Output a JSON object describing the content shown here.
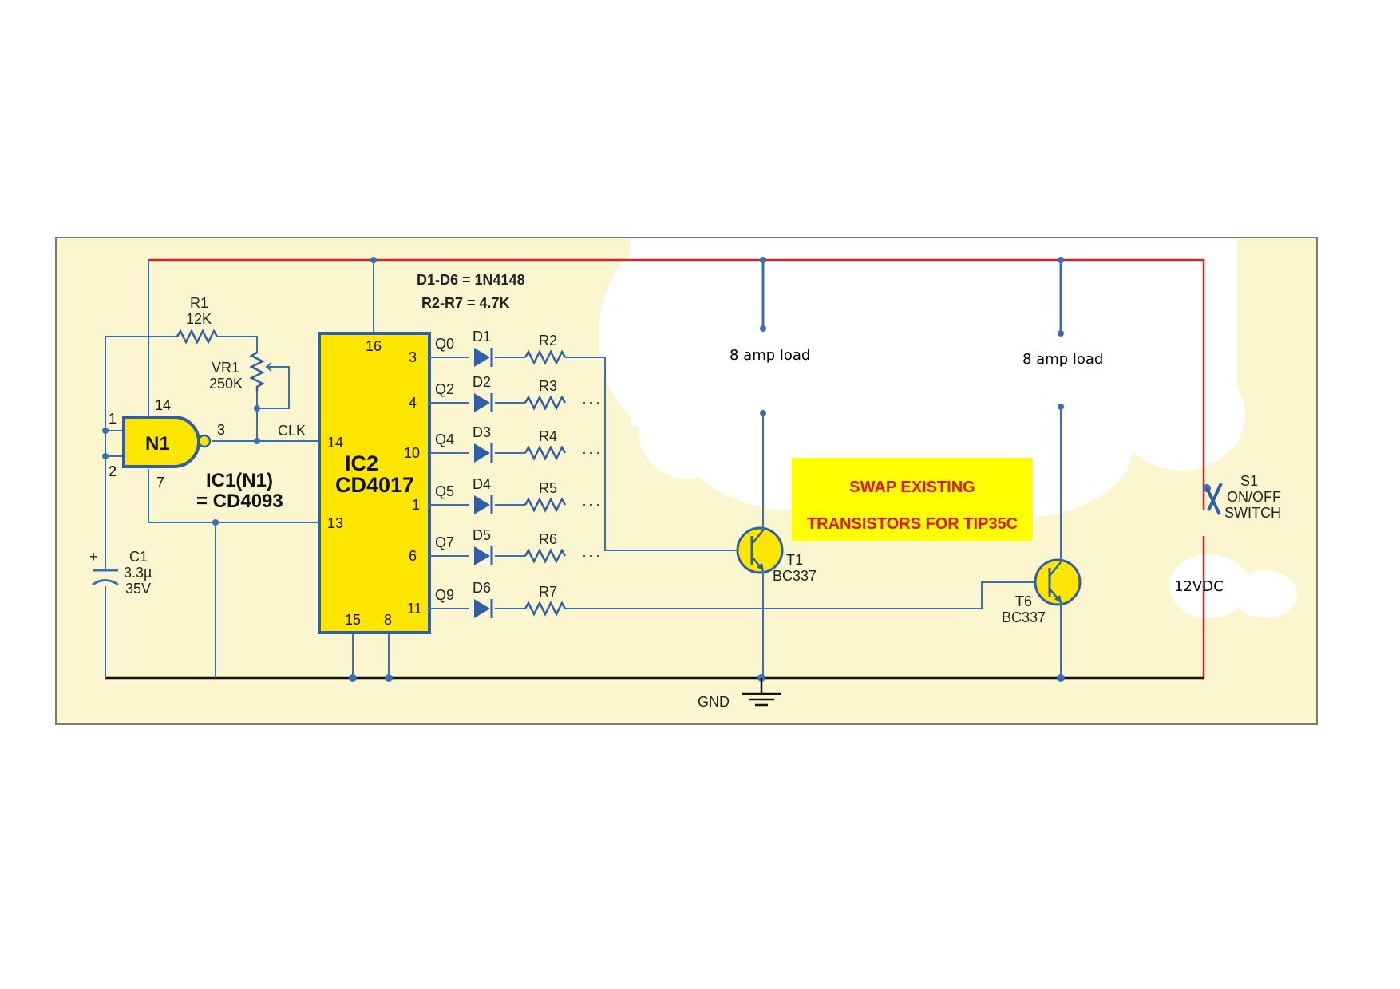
{
  "notes": {
    "diodes": "D1-D6 = 1N4148",
    "resistors": "R2-R7 = 4.7K"
  },
  "gate": {
    "name": "N1",
    "ic_label": "IC1(N1)",
    "ic_part": "= CD4093",
    "pin_in1": "1",
    "pin_in2": "2",
    "pin_out": "3",
    "pin_vdd": "14",
    "pin_gnd": "7"
  },
  "r1": {
    "name": "R1",
    "value": "12K"
  },
  "vr1": {
    "name": "VR1",
    "value": "250K"
  },
  "c1": {
    "name": "C1",
    "value": "3.3µ",
    "voltage": "35V",
    "plus": "+"
  },
  "clk_label": "CLK",
  "counter": {
    "name": "IC2",
    "part": "CD4017",
    "pin_vdd": "16",
    "pin_clk": "14",
    "pin_13": "13",
    "pin_15": "15",
    "pin_8": "8",
    "outputs": [
      {
        "q": "Q0",
        "pin": "3",
        "diode": "D1",
        "res": "R2"
      },
      {
        "q": "Q2",
        "pin": "4",
        "diode": "D2",
        "res": "R3"
      },
      {
        "q": "Q4",
        "pin": "10",
        "diode": "D3",
        "res": "R4"
      },
      {
        "q": "Q5",
        "pin": "1",
        "diode": "D4",
        "res": "R5"
      },
      {
        "q": "Q7",
        "pin": "6",
        "diode": "D5",
        "res": "R6"
      },
      {
        "q": "Q9",
        "pin": "11",
        "diode": "D6",
        "res": "R7"
      }
    ]
  },
  "t1": {
    "name": "T1",
    "part": "BC337"
  },
  "t6": {
    "name": "T6",
    "part": "BC337"
  },
  "loads": {
    "left": "8 amp load",
    "right": "8 amp load"
  },
  "warning": {
    "line1": "SWAP EXISTING",
    "line2": "TRANSISTORS FOR TIP35C"
  },
  "switch": {
    "name": "S1",
    "line1": "ON/OFF",
    "line2": "SWITCH"
  },
  "supply": "12VDC",
  "gnd": "GND",
  "colors": {
    "panel_bg": "#fbf6cf",
    "ic_fill": "#ffe600",
    "ic_border": "#2f5fa8",
    "wire_blue": "#3b6fb5",
    "rail_red": "#d4232b",
    "warning_bg": "#ffff00",
    "warning_text": "#e0141e"
  }
}
